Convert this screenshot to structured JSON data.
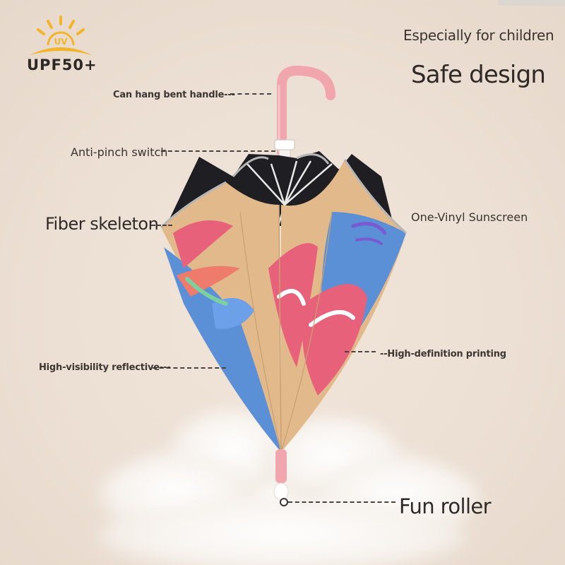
{
  "badge": {
    "icon_label": "UV",
    "label": "UPF50+"
  },
  "headline": {
    "sub": "Especially for children",
    "main": "Safe design"
  },
  "callouts": [
    {
      "id": "handle",
      "text": "Can hang bent handle---"
    },
    {
      "id": "switch",
      "text": "Anti-pinch switch"
    },
    {
      "id": "skeleton",
      "text": "Fiber skeleton"
    },
    {
      "id": "sunscreen",
      "text": "One-Vinyl Sunscreen"
    },
    {
      "id": "printing",
      "text": "--High-definition printing"
    },
    {
      "id": "reflective",
      "text": "High-visibility reflective---"
    },
    {
      "id": "roller",
      "text": "Fun roller"
    }
  ],
  "colors": {
    "background": "#ecdfd3",
    "handle": "#f1a6ad",
    "canopy_tan": "#e2b98a",
    "canopy_blue": "#5b90d6",
    "canopy_pink": "#e7617b",
    "lining": "#1e1e22",
    "reflective": "#b6b6b6"
  }
}
